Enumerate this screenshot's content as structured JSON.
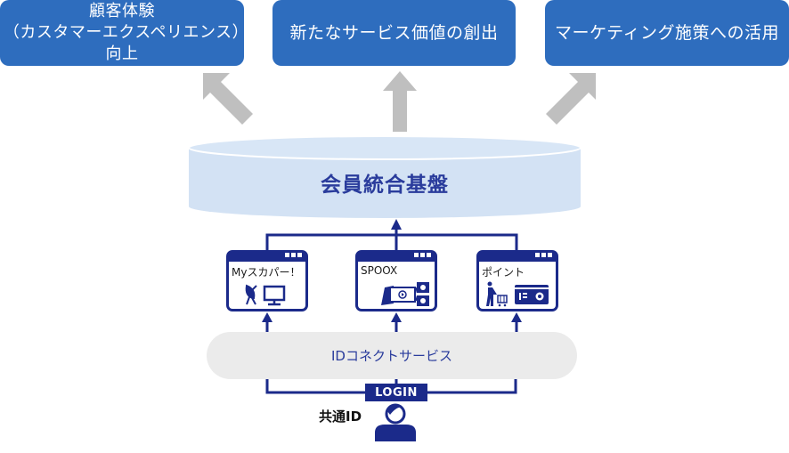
{
  "goals": [
    {
      "line1": "顧客体験",
      "line2": "（カスタマーエクスペリエンス）向上"
    },
    {
      "line1": "新たなサービス価値の創出",
      "line2": ""
    },
    {
      "line1": "マーケティング施策への活用",
      "line2": ""
    }
  ],
  "platform": {
    "label": "会員統合基盤"
  },
  "apps": [
    {
      "name": "Myスカパー！",
      "icons": [
        "satellite-dish-icon",
        "monitor-icon"
      ]
    },
    {
      "name": "SPOOX",
      "icons": [
        "smartphone-video-icon",
        "video-thumbnails-icon"
      ]
    },
    {
      "name": "ポイント",
      "icons": [
        "shopper-cart-icon",
        "point-card-icon"
      ]
    }
  ],
  "id_service": {
    "label": "IDコネクトサービス"
  },
  "login": {
    "label": "LOGIN"
  },
  "user": {
    "label": "共通ID",
    "icon": "user-icon"
  },
  "colors": {
    "goal_box": "#2E6DBE",
    "arrow_gray": "#BFBFBF",
    "platform_fill": "#D3E2F4",
    "navy": "#1B2A8A",
    "pill_gray": "#EBEBEB"
  }
}
